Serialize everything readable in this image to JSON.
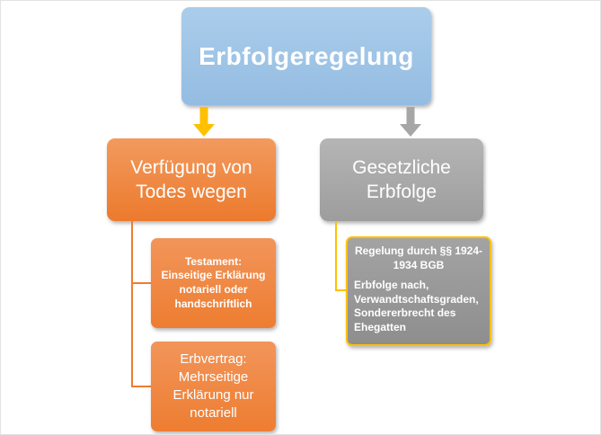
{
  "diagram": {
    "title": "Erbfolgeregelung",
    "branches": {
      "left": {
        "header": "Verfügung von Todes wegen",
        "children": [
          {
            "title": "Testament:",
            "body": "Einseitige Erklärung notariell oder handschriftlich"
          },
          {
            "title": "Erbvertrag:",
            "body": "Mehrseitige Erklärung nur notariell"
          }
        ]
      },
      "right": {
        "header": "Gesetzliche Erbfolge",
        "child": {
          "heading": "Regelung durch §§ 1924-1934 BGB",
          "body": "Erbfolge nach, Verwandtschaftsgraden, Sondererbrecht des Ehegatten"
        }
      }
    },
    "colors": {
      "root_fill": "#9DC3E6",
      "orange_fill": "#ED7D31",
      "gray_fill": "#A5A5A5",
      "accent_yellow": "#FFC000",
      "arrow_gray": "#A6A6A6",
      "text": "#FFFFFF"
    }
  }
}
